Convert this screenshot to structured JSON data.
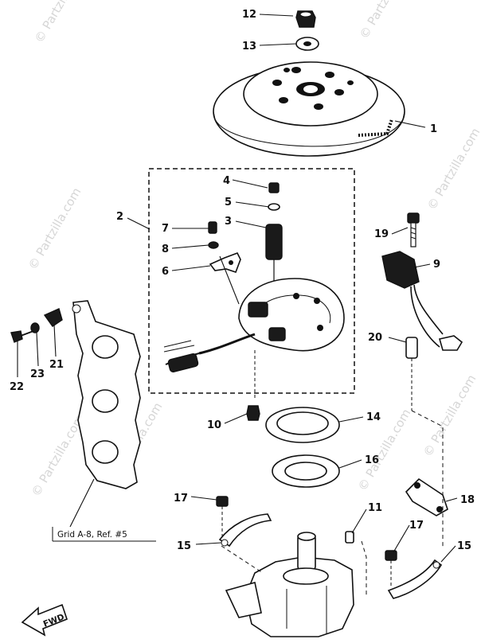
{
  "watermarks": [
    "© Partzilla.com",
    "© Partzilla.com",
    "© Partzilla.com",
    "© Partzilla.com",
    "© Partzilla.com",
    "© Partzilla.com",
    "© Partzilla.com",
    "© Partzilla.com"
  ],
  "callouts": [
    {
      "id": "12",
      "label": "12"
    },
    {
      "id": "13",
      "label": "13"
    },
    {
      "id": "1",
      "label": "1"
    },
    {
      "id": "4",
      "label": "4"
    },
    {
      "id": "5",
      "label": "5"
    },
    {
      "id": "3",
      "label": "3"
    },
    {
      "id": "2",
      "label": "2"
    },
    {
      "id": "7",
      "label": "7"
    },
    {
      "id": "8",
      "label": "8"
    },
    {
      "id": "6",
      "label": "6"
    },
    {
      "id": "19",
      "label": "19"
    },
    {
      "id": "9",
      "label": "9"
    },
    {
      "id": "20",
      "label": "20"
    },
    {
      "id": "22",
      "label": "22"
    },
    {
      "id": "23",
      "label": "23"
    },
    {
      "id": "21",
      "label": "21"
    },
    {
      "id": "10",
      "label": "10"
    },
    {
      "id": "14",
      "label": "14"
    },
    {
      "id": "16",
      "label": "16"
    },
    {
      "id": "17a",
      "label": "17"
    },
    {
      "id": "11",
      "label": "11"
    },
    {
      "id": "15a",
      "label": "15"
    },
    {
      "id": "17b",
      "label": "17"
    },
    {
      "id": "18",
      "label": "18"
    },
    {
      "id": "15b",
      "label": "15"
    }
  ],
  "caption": "Grid A-8, Ref. #5",
  "fwd_label": "FWD"
}
